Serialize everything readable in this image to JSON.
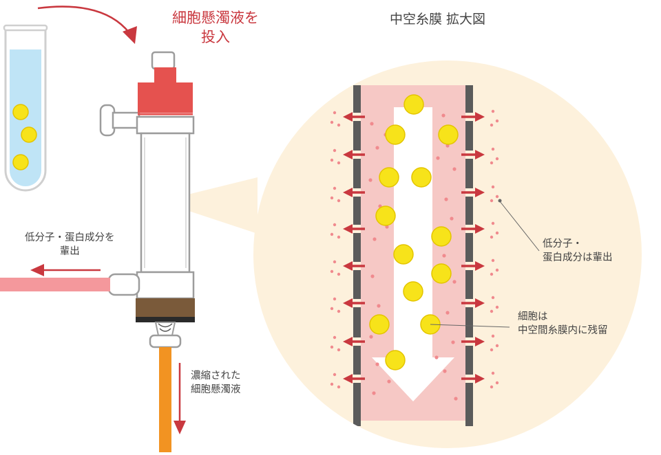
{
  "colors": {
    "red": "#c9383f",
    "pink_tube": "#f4989c",
    "orange_tube": "#f29322",
    "beige_circle": "#fdf1dc",
    "membrane_fill": "#f6c8c5",
    "cell_yellow": "#f7e31a",
    "liquid_blue": "#bfe4f6",
    "cap_red": "#e5524f",
    "base_brown": "#7a5a3a",
    "membrane_wall": "#5b5b5b"
  },
  "labels": {
    "input_line1": "細胞懸濁液を",
    "input_line2": "投入",
    "magnified_title": "中空糸膜 拡大図",
    "discharge_left_line1": "低分子・蛋白成分を",
    "discharge_left_line2": "輩出",
    "concentrated_line1": "濃縮された",
    "concentrated_line2": "細胞懸濁液",
    "discharge_right_line1": "低分子・",
    "discharge_right_line2": "蛋白成分は輩出",
    "cells_line1": "細胞は",
    "cells_line2": "中空間糸膜内に残留"
  },
  "icons": [
    "test-tube-icon",
    "curved-arrow-icon",
    "filter-column-icon",
    "down-arrow-icon",
    "left-arrow-icon",
    "magnify-bubble-icon"
  ]
}
